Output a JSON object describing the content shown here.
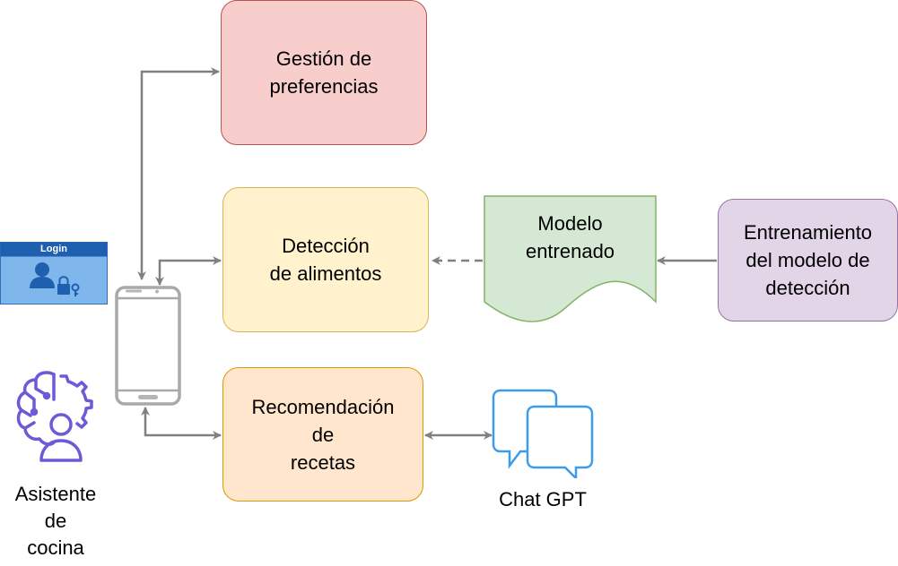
{
  "nodes": {
    "gestion": "Gestión de\npreferencias",
    "deteccion": "Detección\nde alimentos",
    "recomendacion": "Recomendación\nde\nrecetas",
    "modelo": "Modelo\nentrenado",
    "entrenamiento": "Entrenamiento\ndel modelo de\ndetección"
  },
  "labels": {
    "login": "Login",
    "asistente": "Asistente\nde\ncocina",
    "chatgpt": "Chat GPT"
  },
  "colors": {
    "gestion_fill": "#f8cecc",
    "gestion_stroke": "#b85450",
    "deteccion_fill": "#fff2cc",
    "deteccion_stroke": "#d6b656",
    "recomendacion_fill": "#ffe6cc",
    "recomendacion_stroke": "#d79b00",
    "modelo_fill": "#d5e8d4",
    "modelo_stroke": "#82b366",
    "entrenamiento_fill": "#e1d5e7",
    "entrenamiento_stroke": "#9673a6",
    "arrow": "#808080",
    "assistant_icon": "#6b5bd6",
    "chat_icon": "#3d9be9",
    "login_panel": "#7fb6ec"
  },
  "icons": [
    "login-icon",
    "smartphone-icon",
    "assistant-brain-icon",
    "chat-bubbles-icon"
  ]
}
